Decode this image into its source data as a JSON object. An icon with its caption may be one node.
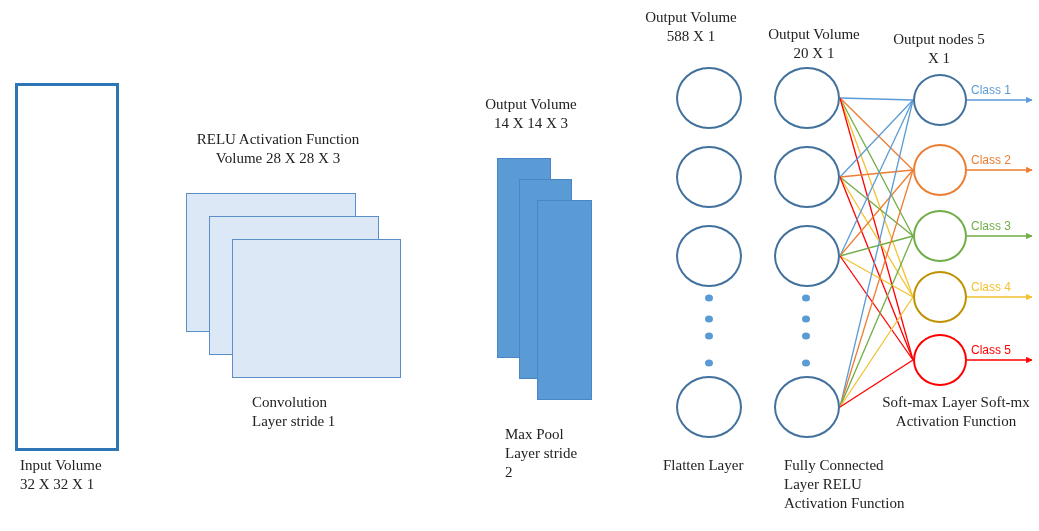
{
  "diagram": {
    "nodes": [
      {
        "text": [],
        "shape": "box",
        "beside": [
          "Input Volume 32 X 32 X 1"
        ]
      },
      {
        "text": [],
        "shape": "box"
      },
      {
        "text": [],
        "shape": "box"
      },
      {
        "text": [],
        "shape": "box"
      },
      {
        "text": [],
        "shape": "box"
      },
      {
        "text": [],
        "shape": "box"
      },
      {
        "text": [],
        "shape": "box"
      },
      {
        "text": [],
        "shape": "circle"
      },
      {
        "text": [],
        "shape": "circle"
      },
      {
        "text": [],
        "shape": "circle"
      },
      {
        "text": [],
        "shape": "circle"
      },
      {
        "text": [],
        "shape": "circle"
      },
      {
        "text": [],
        "shape": "circle"
      },
      {
        "text": [],
        "shape": "circle"
      },
      {
        "text": [],
        "shape": "circle"
      },
      {
        "text": [],
        "shape": "circle"
      },
      {
        "text": [],
        "shape": "circle"
      },
      {
        "text": [],
        "shape": "circle"
      },
      {
        "text": [],
        "shape": "circle"
      },
      {
        "text": [],
        "shape": "circle"
      }
    ],
    "edges": [
      {
        "from": 11,
        "to": 15,
        "arrow": "none",
        "color": "#5b9bd5"
      },
      {
        "from": 11,
        "to": 16,
        "arrow": "none",
        "color": "#ed7d31"
      },
      {
        "from": 11,
        "to": 17,
        "arrow": "none",
        "color": "#70ad47"
      },
      {
        "from": 11,
        "to": 18,
        "arrow": "none",
        "color": "#f2c230"
      },
      {
        "from": 11,
        "to": 19,
        "arrow": "none",
        "color": "#ff0000"
      },
      {
        "from": 12,
        "to": 15,
        "arrow": "none",
        "color": "#5b9bd5"
      },
      {
        "from": 12,
        "to": 16,
        "arrow": "none",
        "color": "#ed7d31"
      },
      {
        "from": 12,
        "to": 17,
        "arrow": "none",
        "color": "#70ad47"
      },
      {
        "from": 12,
        "to": 18,
        "arrow": "none",
        "color": "#f2c230"
      },
      {
        "from": 12,
        "to": 19,
        "arrow": "none",
        "color": "#ff0000"
      },
      {
        "from": 13,
        "to": 15,
        "arrow": "none",
        "color": "#5b9bd5"
      },
      {
        "from": 13,
        "to": 16,
        "arrow": "none",
        "color": "#ed7d31"
      },
      {
        "from": 13,
        "to": 17,
        "arrow": "none",
        "color": "#70ad47"
      },
      {
        "from": 13,
        "to": 18,
        "arrow": "none",
        "color": "#f2c230"
      },
      {
        "from": 13,
        "to": 19,
        "arrow": "none",
        "color": "#ff0000"
      },
      {
        "from": 14,
        "to": 15,
        "arrow": "none",
        "color": "#5b9bd5"
      },
      {
        "from": 14,
        "to": 16,
        "arrow": "none",
        "color": "#ed7d31"
      },
      {
        "from": 14,
        "to": 17,
        "arrow": "none",
        "color": "#70ad47"
      },
      {
        "from": 14,
        "to": 18,
        "arrow": "none",
        "color": "#f2c230"
      },
      {
        "from": 14,
        "to": 19,
        "arrow": "none",
        "color": "#ff0000"
      },
      {
        "from": 15,
        "to": null,
        "arrow": "to",
        "label": "Class 1",
        "color": "#5b9bd5"
      },
      {
        "from": 16,
        "to": null,
        "arrow": "to",
        "label": "Class 2",
        "color": "#ed7d31"
      },
      {
        "from": 17,
        "to": null,
        "arrow": "to",
        "label": "Class 3",
        "color": "#70ad47"
      },
      {
        "from": 18,
        "to": null,
        "arrow": "to",
        "label": "Class 4",
        "color": "#f2c230"
      },
      {
        "from": 19,
        "to": null,
        "arrow": "to",
        "label": "Class 5",
        "color": "#ff0000"
      }
    ],
    "labels": [
      "Output Volume 588 X 1",
      "Output Volume 20 X 1",
      "Output nodes 5 X 1",
      "Output Volume 14 X 14 X 3",
      "RELU Activation Function Volume 28 X 28 X 3",
      "Convolution Layer stride 1",
      "Soft-max Layer Soft-mx Activation Function",
      "Max Pool Layer stride 2",
      "Flatten Layer",
      "Fully Connected Layer RELU Activation Function"
    ]
  }
}
